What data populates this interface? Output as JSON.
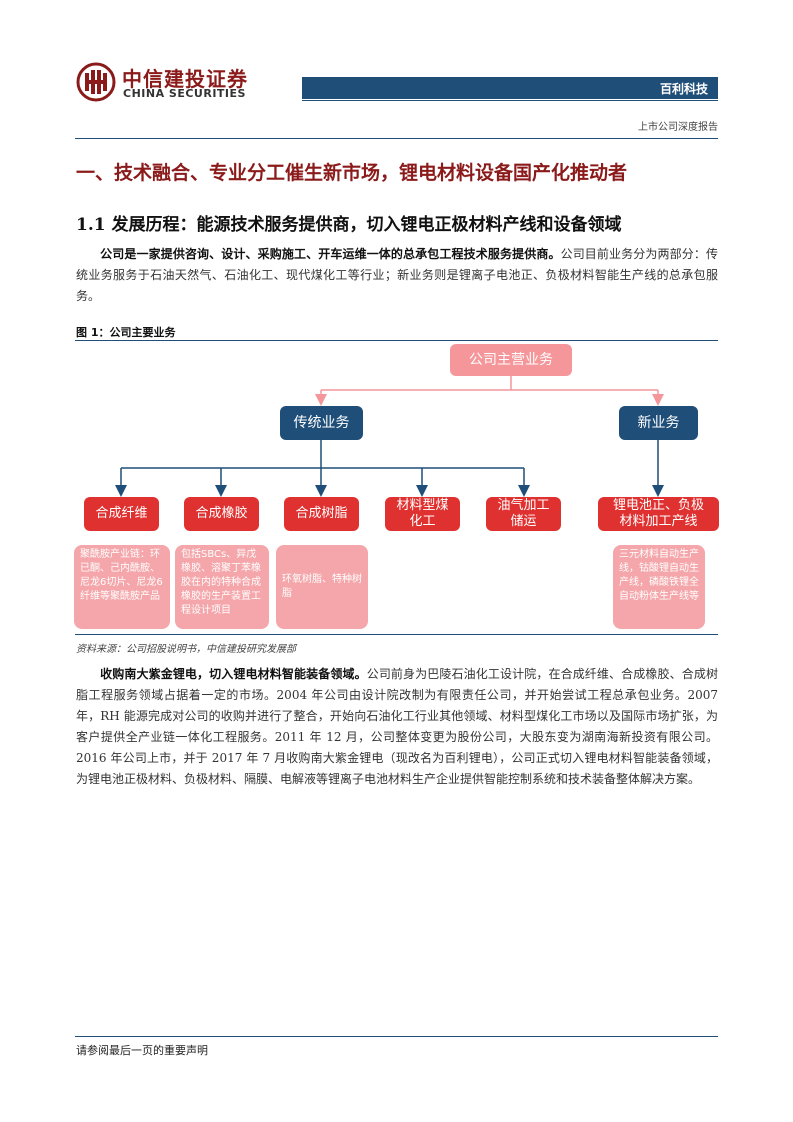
{
  "header": {
    "logo_cn": "中信建投证券",
    "logo_en": "CHINA SECURITIES",
    "company": "百利科技",
    "report_type": "上市公司深度报告"
  },
  "section_title": "一、技术融合、专业分工催生新市场，锂电材料设备国产化推动者",
  "subsection_title": "1.1 发展历程：能源技术服务提供商，切入锂电正极材料产线和设备领域",
  "para1": {
    "bold": "公司是一家提供咨询、设计、采购施工、开车运维一体的总承包工程技术服务提供商。",
    "text": "公司目前业务分为两部分：传统业务服务于石油天然气、石油化工、现代煤化工等行业；新业务则是锂离子电池正、负极材料智能生产线的总承包服务。"
  },
  "figure": {
    "title": "图 1：公司主要业务",
    "root": "公司主营业务",
    "traditional": "传统业务",
    "new": "新业务",
    "categories": [
      "合成纤维",
      "合成橡胶",
      "合成树脂",
      "材料型煤化工",
      "油气加工储运",
      "锂电池正、负极材料加工产线"
    ],
    "details": [
      "聚酰胺产业链：环已酮、己内酰胺、尼龙6切片、尼龙6纤维等聚酰胺产品",
      "包括SBCs、异戊橡胶、溶聚丁苯橡胶在内的特种合成橡胶的生产装置工程设计项目",
      "环氧树脂、特种树脂",
      "三元材料自动生产线，钴酸锂自动生产线，磷酸铁锂全自动粉体生产线等"
    ],
    "source": "资料来源：公司招股说明书，中信建投研究发展部"
  },
  "para2": {
    "bold": "收购南大紫金锂电，切入锂电材料智能装备领域。",
    "text": "公司前身为巴陵石油化工设计院，在合成纤维、合成橡胶、合成树脂工程服务领域占据着一定的市场。2004 年公司由设计院改制为有限责任公司，并开始尝试工程总承包业务。2007 年，RH 能源完成对公司的收购并进行了整合，开始向石油化工行业其他领域、材料型煤化工市场以及国际市场扩张，为客户提供全产业链一体化工程服务。2011 年 12 月，公司整体变更为股份公司，大股东变为湖南海新投资有限公司。2016 年公司上市，并于 2017 年 7 月收购南大紫金锂电（现改名为百利锂电），公司正式切入锂电材料智能装备领域，为锂电池正极材料、负极材料、隔膜、电解液等锂离子电池材料生产企业提供智能控制系统和技术装备整体解决方案。"
  },
  "footer": "请参阅最后一页的重要声明",
  "colors": {
    "brand_red": "#8b1a1a",
    "navy": "#1f4e79",
    "pink": "#f4969a",
    "red": "#e03131"
  }
}
